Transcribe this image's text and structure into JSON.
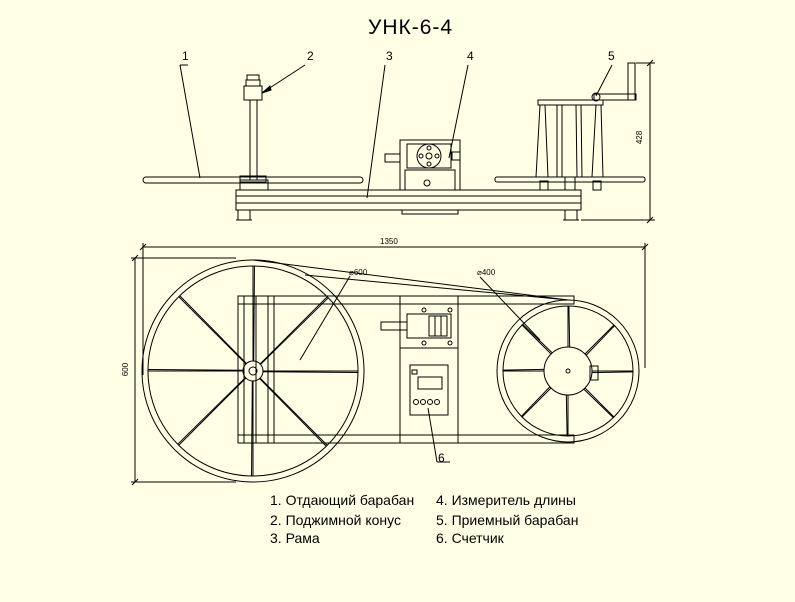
{
  "title": "УНК-6-4",
  "callouts": [
    "1",
    "2",
    "3",
    "4",
    "5",
    "6"
  ],
  "dimensions": {
    "height": "428",
    "length": "1350",
    "width": "600",
    "big_drum": "⌀600",
    "small_drum": "⌀400"
  },
  "legend": [
    "1. Отдающий барабан",
    "2. Поджимной конус",
    "3. Рама",
    "4. Измеритель длины",
    "5. Приемный барабан",
    "6. Счетчик"
  ],
  "colors": {
    "background": "#ffffe6",
    "line": "#000000"
  }
}
